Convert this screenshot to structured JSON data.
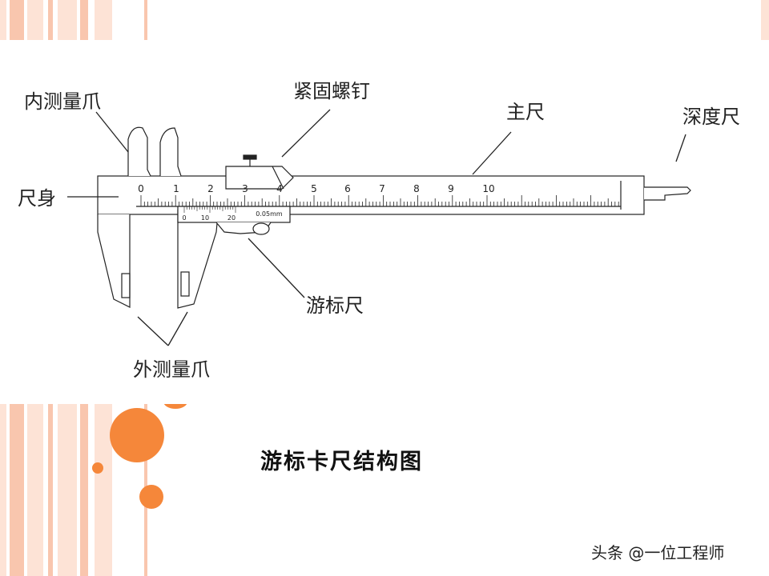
{
  "diagram": {
    "labels": {
      "inner_jaw": "内测量爪",
      "lock_screw": "紧固螺钉",
      "main_scale": "主尺",
      "depth_rod": "深度尺",
      "body": "尺身",
      "vernier": "游标尺",
      "outer_jaw": "外测量爪"
    },
    "main_scale_numbers": [
      "0",
      "1",
      "2",
      "3",
      "4",
      "5",
      "6",
      "7",
      "8",
      "9",
      "10"
    ],
    "vernier_numbers": [
      "0",
      "10",
      "20"
    ],
    "vernier_precision": "0.05mm"
  },
  "caption": "游标卡尺结构图",
  "watermark": "头条 @一位工程师",
  "colors": {
    "accent": "#f5873a",
    "stripe_light": "#fde3d6",
    "stripe_mid": "#f9c6ae",
    "line": "#222222"
  }
}
